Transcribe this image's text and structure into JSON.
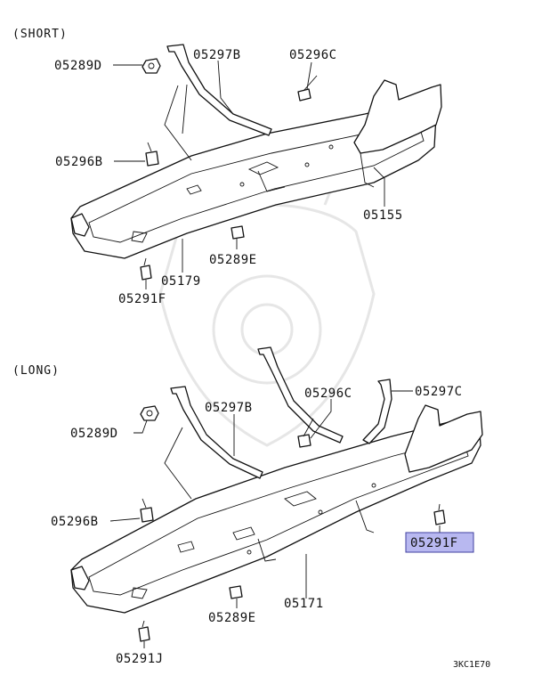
{
  "sections": {
    "short": "(SHORT)",
    "long": "(LONG)"
  },
  "short_labels": {
    "p05289D": "05289D",
    "p05297B": "05297B",
    "p05296C": "05296C",
    "p05296B": "05296B",
    "p05155": "05155",
    "p05289E": "05289E",
    "p05179": "05179",
    "p05291F": "05291F"
  },
  "long_labels": {
    "p05296C": "05296C",
    "p05297C": "05297C",
    "p05297B": "05297B",
    "p05289D": "05289D",
    "p05296B": "05296B",
    "p05291F": "05291F",
    "p05171": "05171",
    "p05289E": "05289E",
    "p05291J": "05291J"
  },
  "highlight": {
    "color": "#b8b8f0",
    "border": "#4040a0"
  },
  "footer": {
    "ref_code": "3KC1E70"
  }
}
